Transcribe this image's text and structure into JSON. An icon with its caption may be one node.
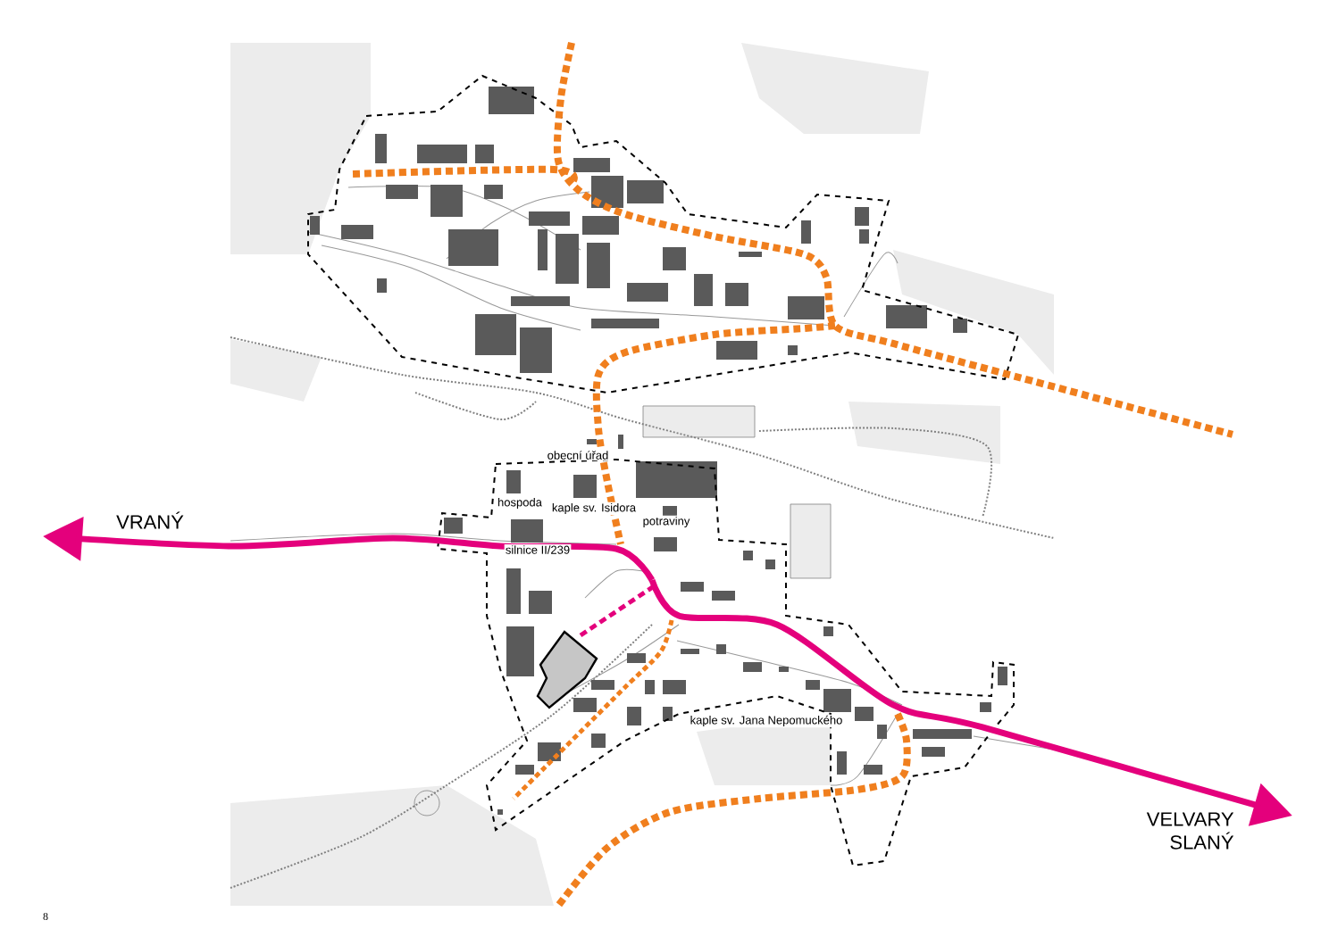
{
  "diagram": {
    "labels": [
      "obecní úřad",
      "hospoda",
      "kaple sv. Isidora",
      "VRANÝ",
      "potraviny",
      "silnice II/239",
      "kaple sv. Jana Nepomuckého",
      "VELVARY SLANÝ",
      "8"
    ]
  }
}
